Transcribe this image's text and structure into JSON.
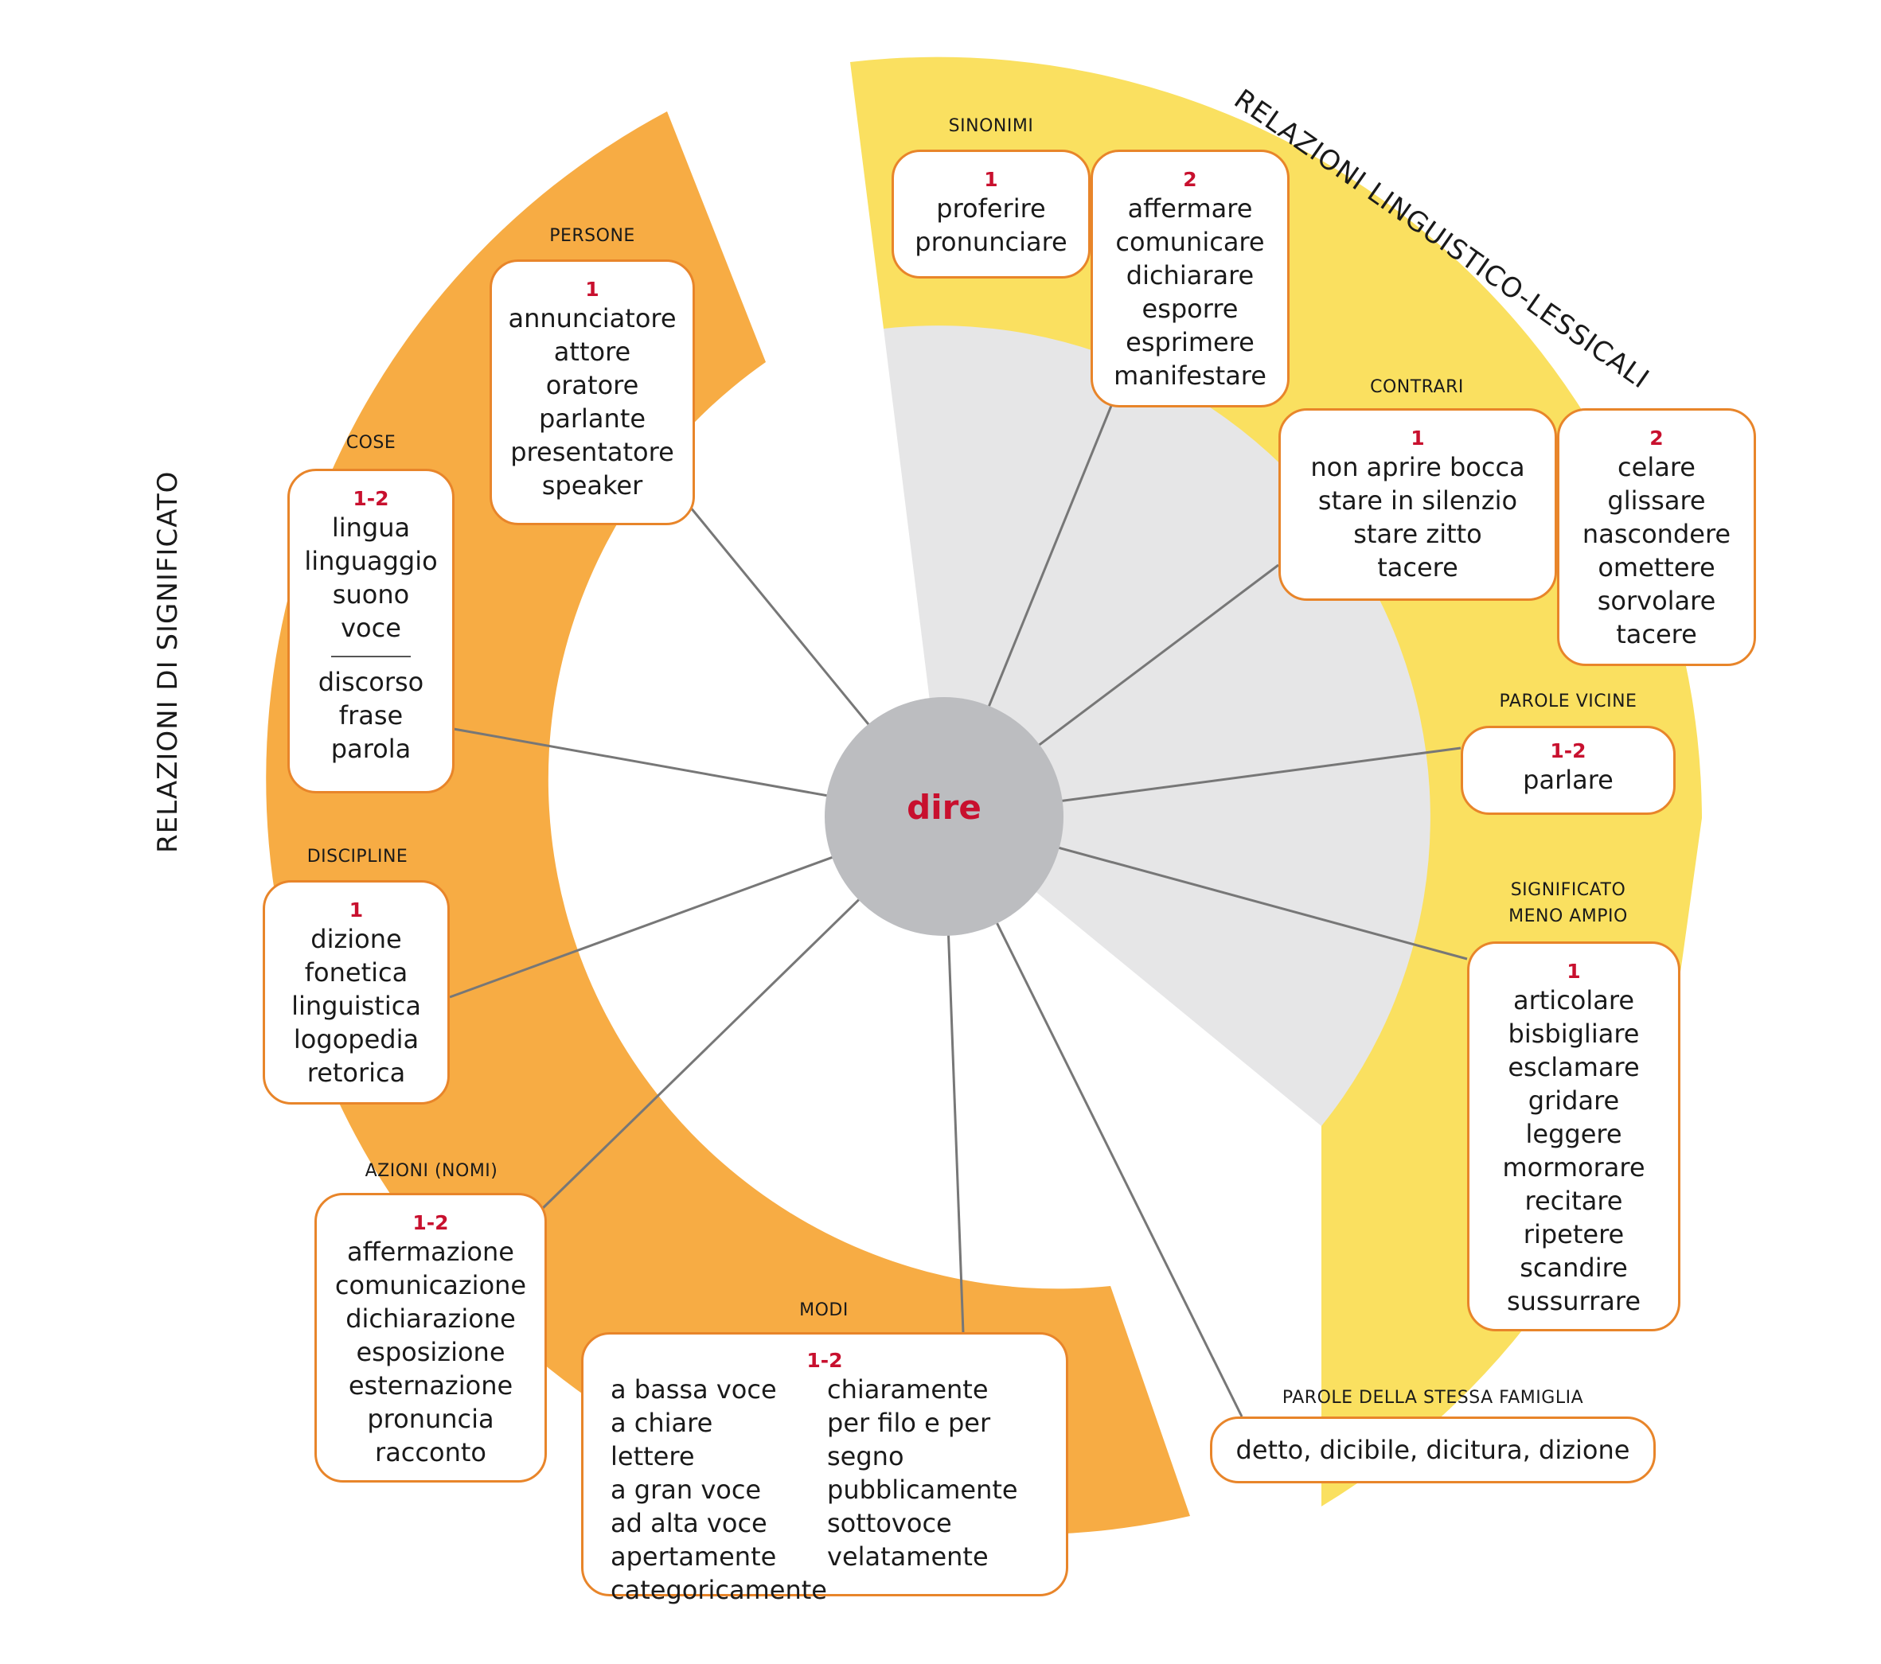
{
  "center": "dire",
  "groups": {
    "left": "RELAZIONI DI SIGNIFICATO",
    "right": "RELAZIONI LINGUISTICO-LESSICALI"
  },
  "categories": {
    "persone": "PERSONE",
    "cose": "COSE",
    "discipline": "DISCIPLINE",
    "azioni": "AZIONI (NOMI)",
    "modi": "MODI",
    "sinonimi": "SINONIMI",
    "contrari": "CONTRARI",
    "parole_vicine": "PAROLE VICINE",
    "significato_1": "SIGNIFICATO",
    "significato_2": "MENO AMPIO",
    "famiglia": "PAROLE DELLA STESSA FAMIGLIA"
  },
  "boxes": {
    "persone": {
      "num": "1",
      "items": [
        "annunciatore",
        "attore",
        "oratore",
        "parlante",
        "presentatore",
        "speaker"
      ]
    },
    "cose": {
      "num": "1-2",
      "items": [
        "lingua",
        "linguaggio",
        "suono",
        "voce"
      ],
      "items2": [
        "discorso",
        "frase",
        "parola"
      ]
    },
    "discipline": {
      "num": "1",
      "items": [
        "dizione",
        "fonetica",
        "linguistica",
        "logopedia",
        "retorica"
      ]
    },
    "azioni": {
      "num": "1-2",
      "items": [
        "affermazione",
        "comunicazione",
        "dichiarazione",
        "esposizione",
        "esternazione",
        "pronuncia",
        "racconto"
      ]
    },
    "modi": {
      "num": "1-2",
      "col1": [
        "a bassa voce",
        "a chiare lettere",
        "a gran voce",
        "ad alta voce",
        "apertamente",
        "categoricamente"
      ],
      "col2": [
        "chiaramente",
        "per filo e per segno",
        "pubblicamente",
        "sottovoce",
        "velatamente"
      ]
    },
    "sinonimi1": {
      "num": "1",
      "items": [
        "proferire",
        "pronunciare"
      ]
    },
    "sinonimi2": {
      "num": "2",
      "items": [
        "affermare",
        "comunicare",
        "dichiarare",
        "esporre",
        "esprimere",
        "manifestare"
      ]
    },
    "contrari1": {
      "num": "1",
      "items": [
        "non aprire bocca",
        "stare in silenzio",
        "stare zitto",
        "tacere"
      ]
    },
    "contrari2": {
      "num": "2",
      "items": [
        "celare",
        "glissare",
        "nascondere",
        "omettere",
        "sorvolare",
        "tacere"
      ]
    },
    "vicine": {
      "num": "1-2",
      "items": [
        "parlare"
      ]
    },
    "significato": {
      "num": "1",
      "items": [
        "articolare",
        "bisbigliare",
        "esclamare",
        "gridare",
        "leggere",
        "mormorare",
        "recitare",
        "ripetere",
        "scandire",
        "sussurrare"
      ]
    },
    "famiglia": {
      "text": "detto, dicibile, dicitura, dizione"
    }
  },
  "colors": {
    "orange_band": "#f7ac44",
    "yellow_band": "#fae060",
    "grey_sector": "#e6e6e7",
    "center_circle": "#bcbdc0",
    "box_border": "#e8852a",
    "number_red": "#c8102e",
    "spoke": "#777777"
  }
}
